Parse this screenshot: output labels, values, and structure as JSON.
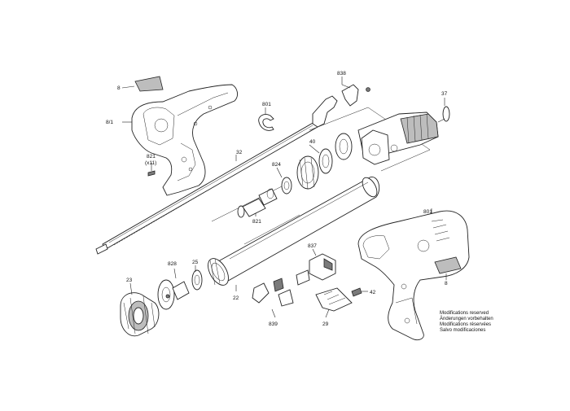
{
  "labels": {
    "p8_top": "8",
    "p8_1": "8/1",
    "p821_top": "821",
    "p821_top_qty": "(x11)",
    "p801_top": "801",
    "p32": "32",
    "p838": "838",
    "p37": "37",
    "p40": "40",
    "p824": "824",
    "p821_mid": "821",
    "p801_right": "801",
    "p8_right": "8",
    "p23": "23",
    "p828": "828",
    "p25": "25",
    "p22": "22",
    "p837": "837",
    "p42": "42",
    "p839": "839",
    "p29": "29"
  },
  "notice": {
    "line1": "Modifications reserved",
    "line2": "Änderungen vorbehalten",
    "line3": "Modifications réservées",
    "line4": "Salvo modificaciones"
  }
}
